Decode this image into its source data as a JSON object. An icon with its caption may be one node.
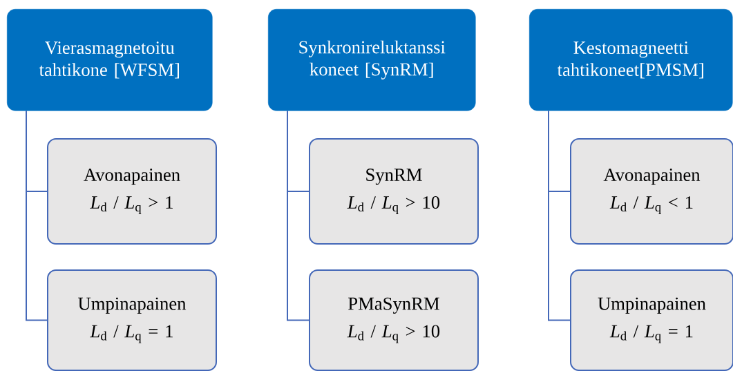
{
  "diagram": {
    "nodes": [
      {
        "text": [
          "Vierasmagnetoitu tahtikone [WFSM]"
        ]
      },
      {
        "text": [
          "Avonapainen",
          "*L*$_{d}$ / *L*$_{q}$ > 1"
        ]
      },
      {
        "text": [
          "Umpinapainen",
          "*L*$_{d}$ / *L*$_{q}$ = 1"
        ]
      },
      {
        "text": [
          "Synkronireluktanssi koneet [SynRM]"
        ]
      },
      {
        "text": [
          "SynRM",
          "*L*$_{d}$ / *L*$_{q}$ > 10"
        ]
      },
      {
        "text": [
          "PMaSynRM",
          "*L*$_{d}$ / *L*$_{q}$ > 10"
        ]
      },
      {
        "text": [
          "Kestomagneetti tahtikoneet[PMSM]"
        ]
      },
      {
        "text": [
          "Avonapainen",
          "*L*$_{d}$ / *L*$_{q}$ < 1"
        ]
      },
      {
        "text": [
          "Umpinapainen",
          "*L*$_{d}$ / *L*$_{q}$ = 1"
        ]
      }
    ],
    "edges": [
      {
        "from": 0,
        "to": 1,
        "arrow": "none"
      },
      {
        "from": 0,
        "to": 2,
        "arrow": "none"
      },
      {
        "from": 3,
        "to": 4,
        "arrow": "none"
      },
      {
        "from": 3,
        "to": 5,
        "arrow": "none"
      },
      {
        "from": 6,
        "to": 7,
        "arrow": "none"
      },
      {
        "from": 6,
        "to": 8,
        "arrow": "none"
      }
    ]
  }
}
